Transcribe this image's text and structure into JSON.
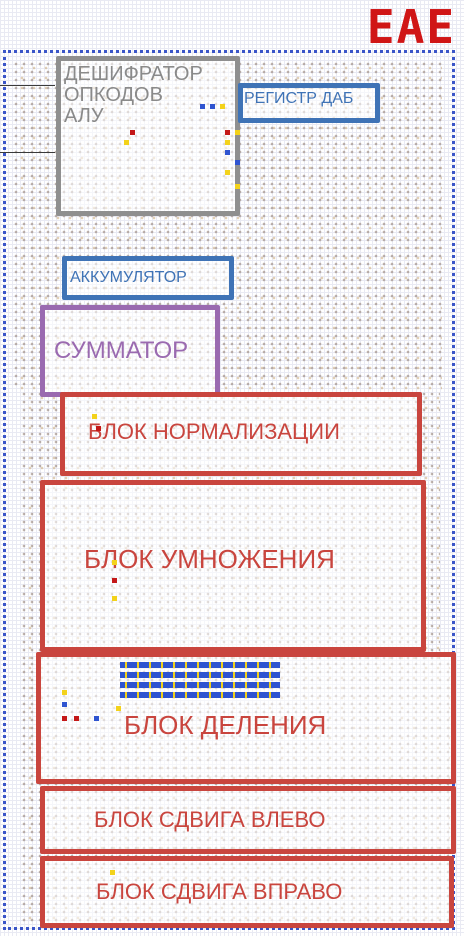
{
  "title": "EAE",
  "blocks": {
    "decoder": {
      "label": "ДЕШИФРАТОР\nОПКОДОВ\nАЛУ",
      "color": "#8f8f8f"
    },
    "register": {
      "label": "РЕГИСТР ДАБ",
      "color": "#3f73b6"
    },
    "accumulator": {
      "label": "АККУМУЛЯТОР",
      "color": "#3f73b6"
    },
    "adder": {
      "label": "СУММАТОР",
      "color": "#9a6ab0"
    },
    "normalization": {
      "label": "БЛОК НОРМАЛИЗАЦИИ",
      "color": "#c9453e"
    },
    "multiplication": {
      "label": "БЛОК УМНОЖЕНИЯ",
      "color": "#c9453e"
    },
    "division": {
      "label": "БЛОК ДЕЛЕНИЯ",
      "color": "#c9453e"
    },
    "shift_left": {
      "label": "БЛОК СДВИГА ВЛЕВО",
      "color": "#c9453e"
    },
    "shift_right": {
      "label": "БЛОК СДВИГА ВПРАВО",
      "color": "#c9453e"
    }
  },
  "colors": {
    "title": "#d01616",
    "frame": "#3a55c8"
  }
}
